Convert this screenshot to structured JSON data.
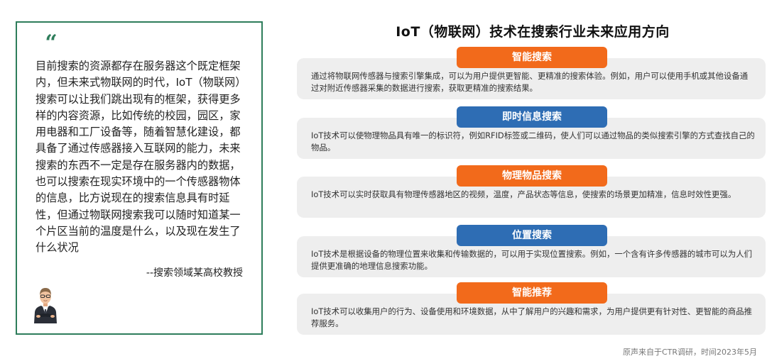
{
  "quote": {
    "mark": "“",
    "text": "目前搜索的资源都存在服务器这个既定框架内，但未来式物联网的时代，IoT（物联网）搜索可以让我们跳出现有的框架，获得更多样的内容资源，比如传统的校园，园区，家用电器和工厂设备等，随着智慧化建设，都具备了通过传感器接入互联网的能力，未来搜索的东西不一定是存在服务器内的数据，也可以搜索在现实环境中的一个传感器物体的信息，比方说现在的搜索信息具有时延性，但通过物联网搜索我可以随时知道某一个片区当前的温度是什么，以及现在发生了什么状况",
    "source": "--搜索领域某高校教授"
  },
  "title": "IoT（物联网）技术在搜索行业未来应用方向",
  "sections": [
    {
      "label": "智能搜索",
      "color": "#f26a1b",
      "desc": "通过将物联网传感器与搜索引擎集成，可以为用户提供更智能、更精准的搜索体验。例如，用户可以使用手机或其他设备通过对附近传感器采集的数据进行搜索，获取更精准的搜索结果。"
    },
    {
      "label": "即时信息搜索",
      "color": "#2e6db4",
      "desc": "IoT技术可以使物理物品具有唯一的标识符，例如RFID标签或二维码，使人们可以通过物品的类似搜索引擎的方式查找自己的物品。"
    },
    {
      "label": "物理物品搜索",
      "color": "#f26a1b",
      "desc": "IoT技术可以实时获取具有物理传感器地区的视频，温度，产品状态等信息，使搜索的场景更加精准，信息时效性更强。"
    },
    {
      "label": "位置搜索",
      "color": "#2e6db4",
      "desc": "IoT技术是根据设备的物理位置来收集和传输数据的，可以用于实现位置搜索。例如，一个含有许多传感器的城市可以为人们提供更准确的地理信息搜索功能。"
    },
    {
      "label": "智能推荐",
      "color": "#f26a1b",
      "desc": "IoT技术可以收集用户的行为、设备使用和环境数据，从中了解用户的兴趣和需求，为用户提供更有针对性、更智能的商品推荐服务。"
    }
  ],
  "footnote": "原声来自于CTR调研，时间2023年5月",
  "colors": {
    "accent_green": "#2e7d5b",
    "orange": "#f26a1b",
    "blue": "#2e6db4"
  },
  "icons": {
    "avatar": "professor-avatar-icon"
  }
}
